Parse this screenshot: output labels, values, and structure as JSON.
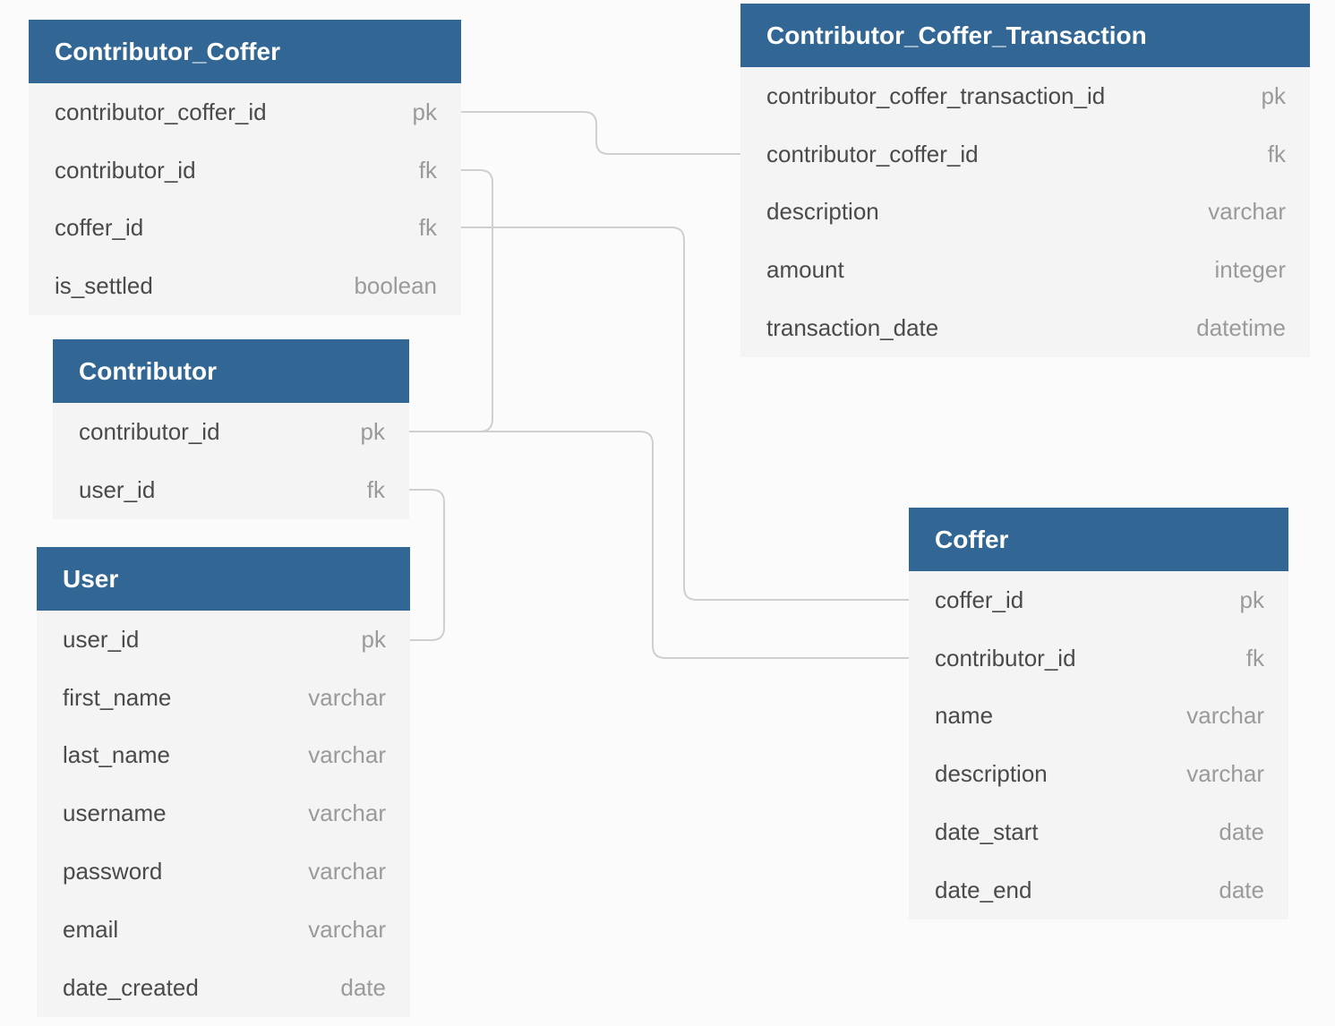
{
  "tables": {
    "contributor_coffer": {
      "name": "Contributor_Coffer",
      "fields": [
        {
          "name": "contributor_coffer_id",
          "type": "pk"
        },
        {
          "name": "contributor_id",
          "type": "fk"
        },
        {
          "name": "coffer_id",
          "type": "fk"
        },
        {
          "name": "is_settled",
          "type": "boolean"
        }
      ]
    },
    "contributor": {
      "name": "Contributor",
      "fields": [
        {
          "name": "contributor_id",
          "type": "pk"
        },
        {
          "name": "user_id",
          "type": "fk"
        }
      ]
    },
    "user": {
      "name": "User",
      "fields": [
        {
          "name": "user_id",
          "type": "pk"
        },
        {
          "name": "first_name",
          "type": "varchar"
        },
        {
          "name": "last_name",
          "type": "varchar"
        },
        {
          "name": "username",
          "type": "varchar"
        },
        {
          "name": "password",
          "type": "varchar"
        },
        {
          "name": "email",
          "type": "varchar"
        },
        {
          "name": "date_created",
          "type": "date"
        }
      ]
    },
    "contributor_coffer_transaction": {
      "name": "Contributor_Coffer_Transaction",
      "fields": [
        {
          "name": "contributor_coffer_transaction_id",
          "type": "pk"
        },
        {
          "name": "contributor_coffer_id",
          "type": "fk"
        },
        {
          "name": "description",
          "type": "varchar"
        },
        {
          "name": "amount",
          "type": "integer"
        },
        {
          "name": "transaction_date",
          "type": "datetime"
        }
      ]
    },
    "coffer": {
      "name": "Coffer",
      "fields": [
        {
          "name": "coffer_id",
          "type": "pk"
        },
        {
          "name": "contributor_id",
          "type": "fk"
        },
        {
          "name": "name",
          "type": "varchar"
        },
        {
          "name": "description",
          "type": "varchar"
        },
        {
          "name": "date_start",
          "type": "date"
        },
        {
          "name": "date_end",
          "type": "date"
        }
      ]
    }
  },
  "line_color": "#cfcfcf",
  "header_color": "#326795"
}
